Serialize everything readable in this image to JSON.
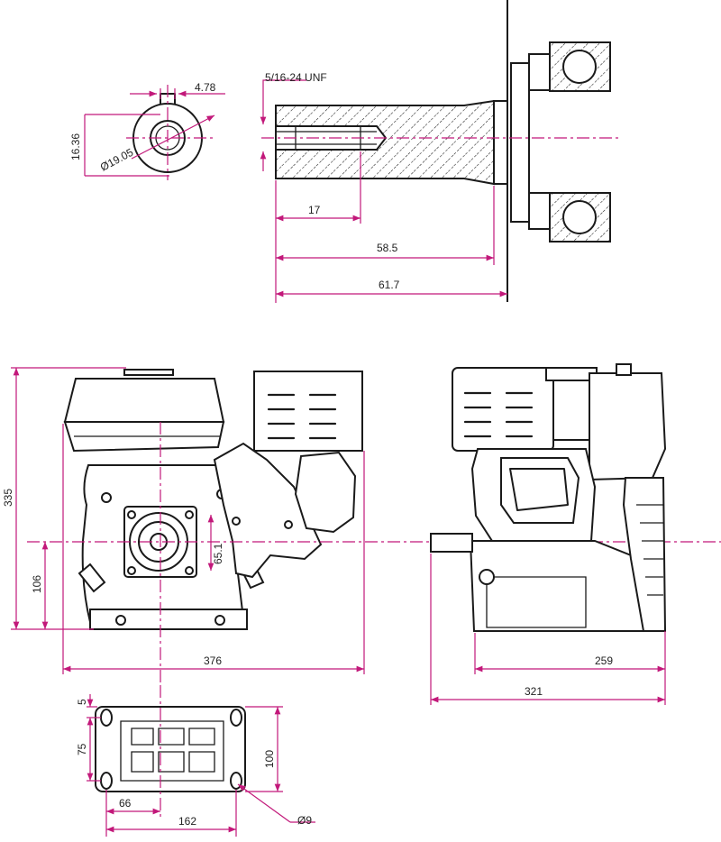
{
  "colors": {
    "dimension": "#c2187a",
    "outline": "#1a1a1a",
    "background": "#ffffff"
  },
  "shaft_detail": {
    "key_width": "4.78",
    "key_height": "16.36",
    "shaft_diameter": "Ø19.05",
    "thread": "5/16-24 UNF",
    "thread_depth": "17",
    "length_to_shoulder": "58.5",
    "total_length": "61.7"
  },
  "front_view": {
    "height": "335",
    "axis_height": "106",
    "flange_bolt_spacing": "65.1",
    "width": "376"
  },
  "side_view": {
    "depth_body": "259",
    "depth_total": "321"
  },
  "base_view": {
    "edge_offset": "5",
    "hole_spacing_y": "75",
    "base_depth": "100",
    "offset_x": "66",
    "hole_spacing_x": "162",
    "hole_diameter": "Ø9"
  },
  "icons": [
    "ball-bearing-icon",
    "dimension-arrow-icon",
    "centerline-icon"
  ]
}
